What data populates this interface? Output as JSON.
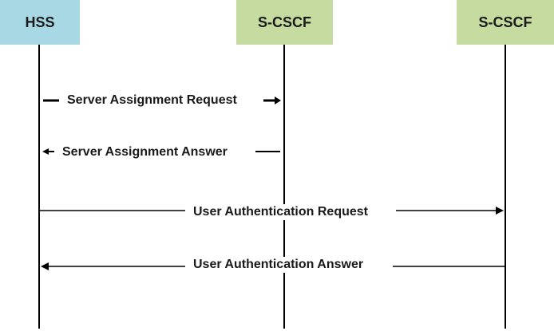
{
  "actors": [
    {
      "label": "HSS",
      "color": "#a8d8e4"
    },
    {
      "label": "S-CSCF",
      "color": "#c5dba0"
    },
    {
      "label": "S-CSCF",
      "color": "#c5dba0"
    }
  ],
  "messages": [
    {
      "label": "Server  Assignment Request",
      "from": "HSS",
      "to": "S-CSCF (1)",
      "style": "thick"
    },
    {
      "label": "Server  Assignment Answer",
      "from": "S-CSCF (1)",
      "to": "HSS",
      "style": "thin"
    },
    {
      "label": "User Authentication Request",
      "from": "HSS",
      "to": "S-CSCF (2)",
      "style": "thin"
    },
    {
      "label": "User Authentication Answer",
      "from": "S-CSCF (2)",
      "to": "HSS",
      "style": "thin"
    }
  ],
  "colors": {
    "lifeline": "#000000",
    "text": "#1a1a1a"
  }
}
